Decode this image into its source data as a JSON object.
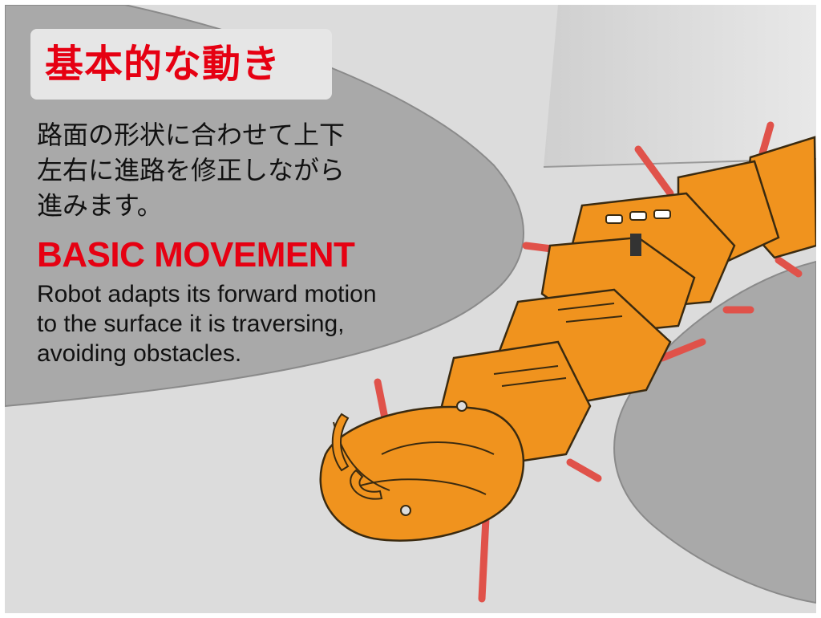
{
  "heading": {
    "title_jp": "基本的な動き"
  },
  "description_jp": [
    "路面の形状に合わせて上下",
    "左右に進路を修正しながら",
    "進みます。"
  ],
  "heading_en": "BASIC MOVEMENT",
  "description_en": [
    "Robot adapts its forward motion",
    "to the surface it is traversing,",
    "avoiding obstacles."
  ],
  "colors": {
    "accent_red": "#e60012",
    "robot_orange": "#f0931e",
    "leg_red": "#e0524a",
    "ground_dark": "#a9a9a9",
    "ground_light": "#dcdcdc",
    "title_box": "#e6e6e6"
  },
  "illustration": {
    "subject": "orange centipede robot crawling between two rock surfaces"
  }
}
